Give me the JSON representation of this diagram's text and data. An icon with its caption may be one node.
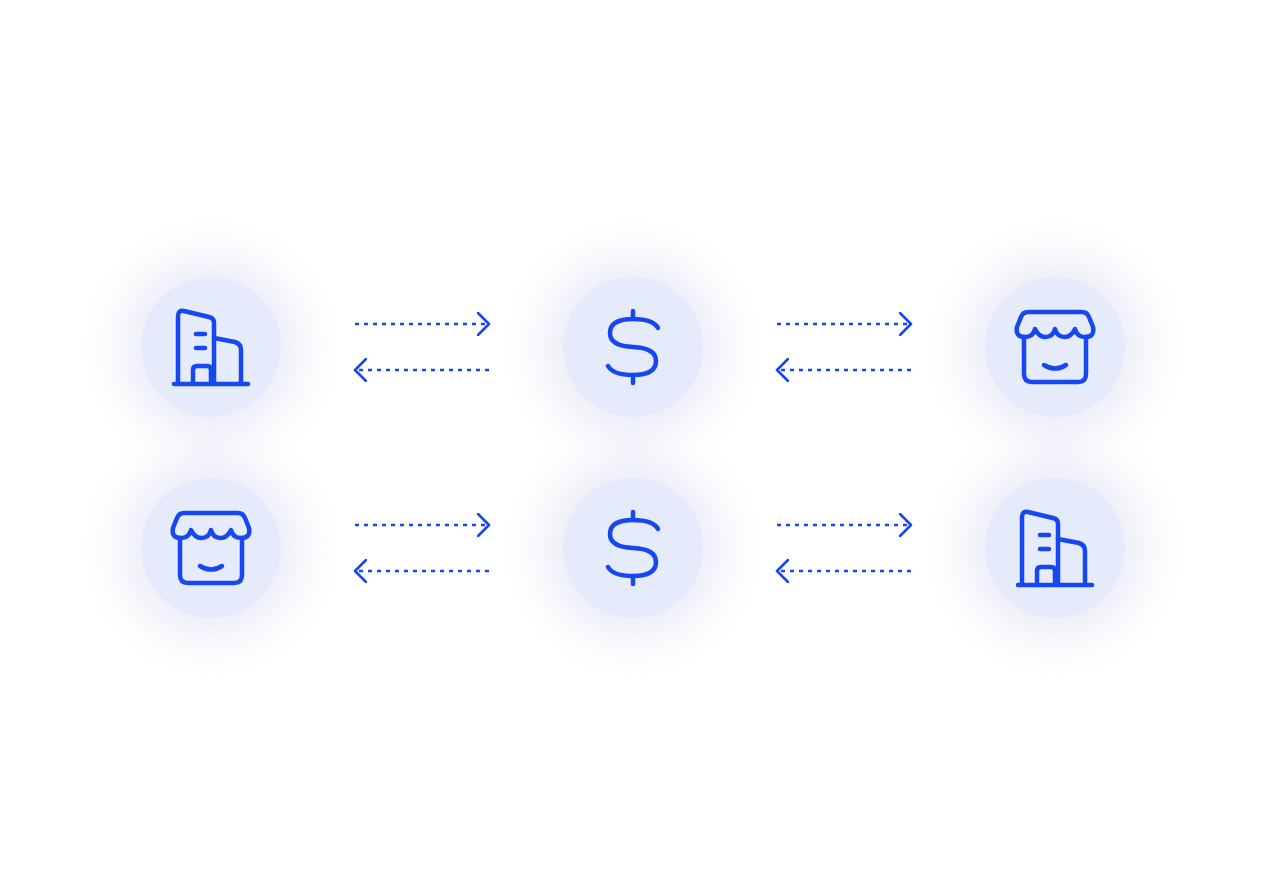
{
  "diagram": {
    "nodes": [
      {
        "text": [],
        "shape": "circle"
      },
      {
        "text": [],
        "shape": "circle"
      },
      {
        "text": [],
        "shape": "circle"
      },
      {
        "text": [],
        "shape": "circle"
      },
      {
        "text": [],
        "shape": "circle"
      },
      {
        "text": [],
        "shape": "circle"
      }
    ],
    "edges": [
      {
        "from": 0,
        "to": 1,
        "arrow": "to",
        "style": "dashed"
      },
      {
        "from": 1,
        "to": 0,
        "arrow": "to",
        "style": "dashed"
      },
      {
        "from": 1,
        "to": 2,
        "arrow": "to",
        "style": "dashed"
      },
      {
        "from": 2,
        "to": 1,
        "arrow": "to",
        "style": "dashed"
      },
      {
        "from": 3,
        "to": 4,
        "arrow": "to",
        "style": "dashed"
      },
      {
        "from": 4,
        "to": 3,
        "arrow": "to",
        "style": "dashed"
      },
      {
        "from": 4,
        "to": 5,
        "arrow": "to",
        "style": "dashed"
      },
      {
        "from": 5,
        "to": 4,
        "arrow": "to",
        "style": "dashed"
      }
    ]
  }
}
